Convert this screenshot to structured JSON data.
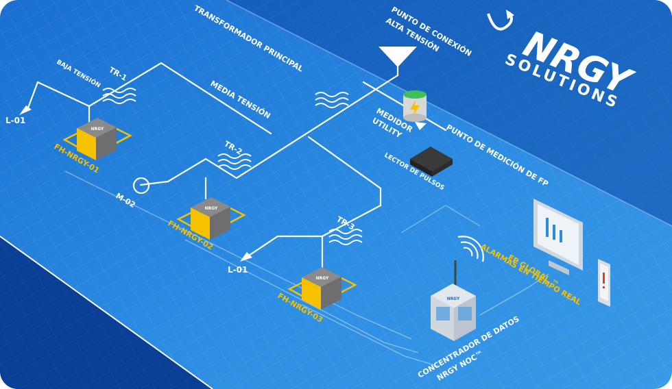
{
  "brand": {
    "name": "NRGY",
    "tagline": "SOLUTIONS"
  },
  "labels": {
    "punto_conexion_1": "PUNTO DE CONEXIÓN",
    "punto_conexion_2": "ALTA TENSIÓN",
    "transformador_principal": "TRANSFORMADOR PRINCIPAL",
    "media_tension": "MEDIA TENSIÓN",
    "baja_tension": "BAJA TENSIÓN",
    "tr1": "TR-1",
    "tr2": "TR-2",
    "tr3": "TR-3",
    "l01_top": "L-01",
    "l01_bottom": "L-01",
    "m02": "M-02",
    "fh1": "FH-NRGY-01",
    "fh2": "FH-NRGY-02",
    "fh3": "FH-NRGY-03",
    "medidor_1": "MEDIDOR",
    "medidor_2": "UTILITY",
    "lector": "LECTOR DE PULSOS",
    "punto_medicion": "PUNTO DE MEDICIÓN DE FP",
    "fp_global": "FP GLOBAL ™",
    "alarmas": "ALARMAS EN TIEMPO REAL",
    "concentrador_1": "CONCENTRADOR DE DATOS",
    "concentrador_2": "NRGY NOC™",
    "box_logo": "NRGY"
  },
  "colors": {
    "bg_dark": "#0a3f96",
    "bg_mid": "#1565c8",
    "bg_light": "#2a8be0",
    "line": "#ffffff",
    "accent": "#f6c200",
    "box_grey": "#6e6e6e"
  }
}
